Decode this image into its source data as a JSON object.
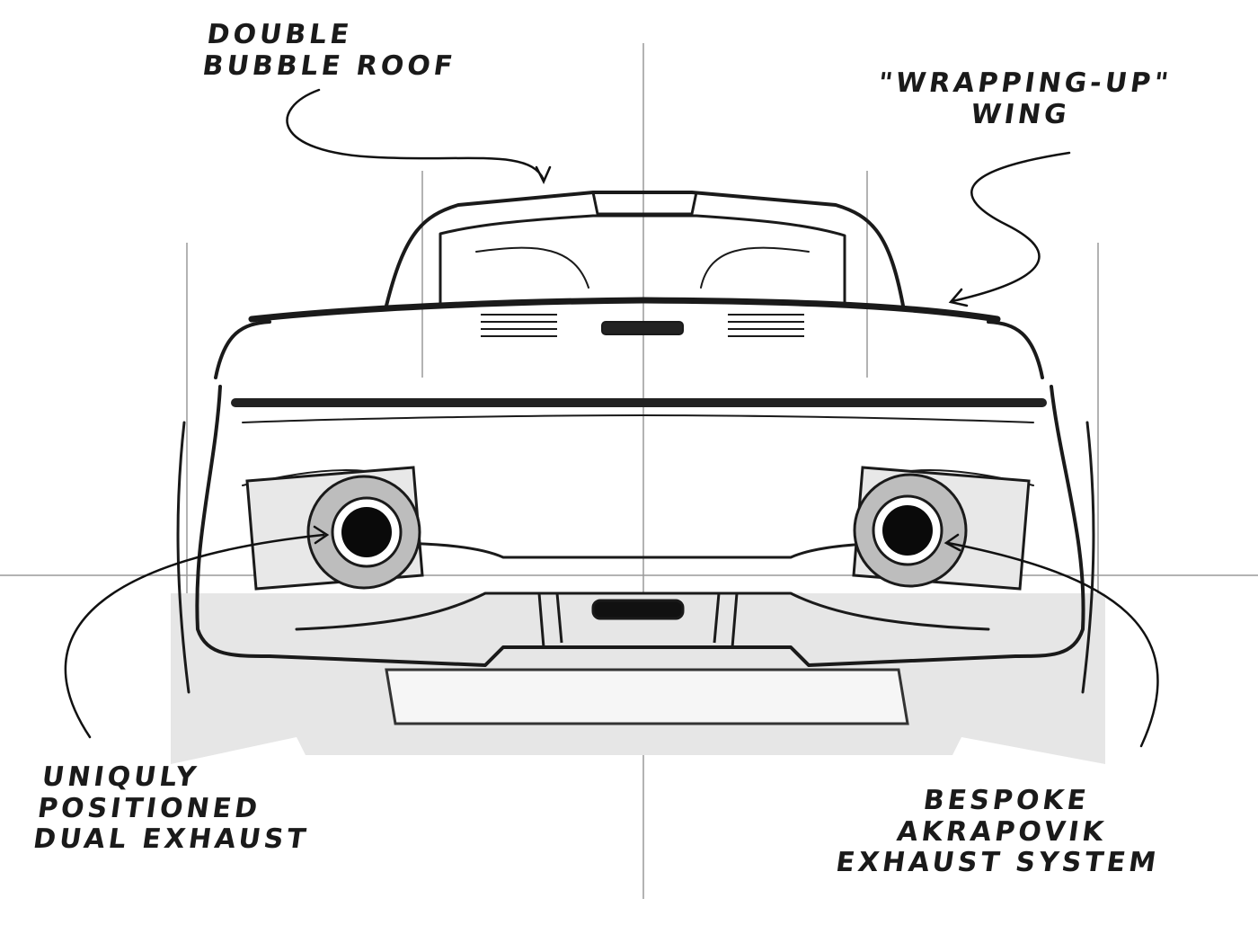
{
  "annotations": {
    "roof": {
      "line1": "Double",
      "line2": "Bubble roof"
    },
    "wing": {
      "line1": "\"Wrapping-up\"",
      "line2": "Wing"
    },
    "dual_exhaust": {
      "line1": "Uniquly",
      "line2": "Positioned",
      "line3": "Dual Exhaust"
    },
    "akrapovik": {
      "line1": "Bespoke",
      "line2": "Akrapovik",
      "line3": "Exhaust System"
    }
  },
  "colors": {
    "ink": "#1a1a1a",
    "paper": "#ffffff",
    "shade": "#d6d6d6"
  }
}
